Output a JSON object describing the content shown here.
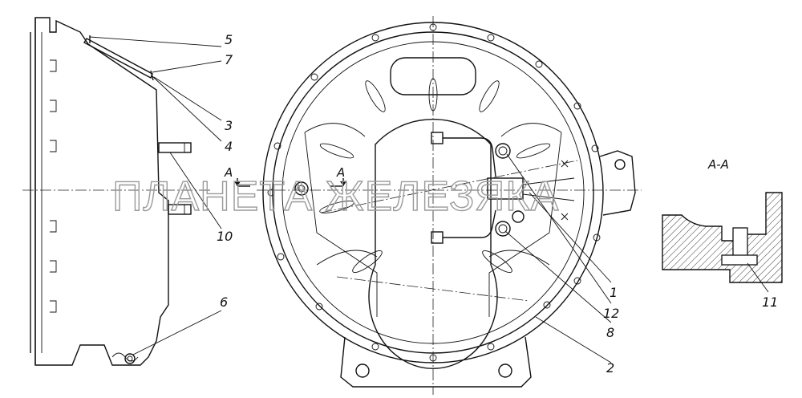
{
  "watermark": "ПЛАНЕТА ЖЕЛЕЗЯКА",
  "section_title": "А-А",
  "section_marks": [
    "А",
    "А"
  ],
  "callouts": [
    {
      "id": "c5",
      "text": "5"
    },
    {
      "id": "c7",
      "text": "7"
    },
    {
      "id": "c3",
      "text": "3"
    },
    {
      "id": "c4",
      "text": "4"
    },
    {
      "id": "c10",
      "text": "10"
    },
    {
      "id": "c6",
      "text": "6"
    },
    {
      "id": "c1",
      "text": "1"
    },
    {
      "id": "c12",
      "text": "12"
    },
    {
      "id": "c8",
      "text": "8"
    },
    {
      "id": "c2",
      "text": "2"
    },
    {
      "id": "c11",
      "text": "11"
    }
  ],
  "colors": {
    "line": "#111111",
    "watermark": "#9a9a9a",
    "hatch": "#333333"
  }
}
